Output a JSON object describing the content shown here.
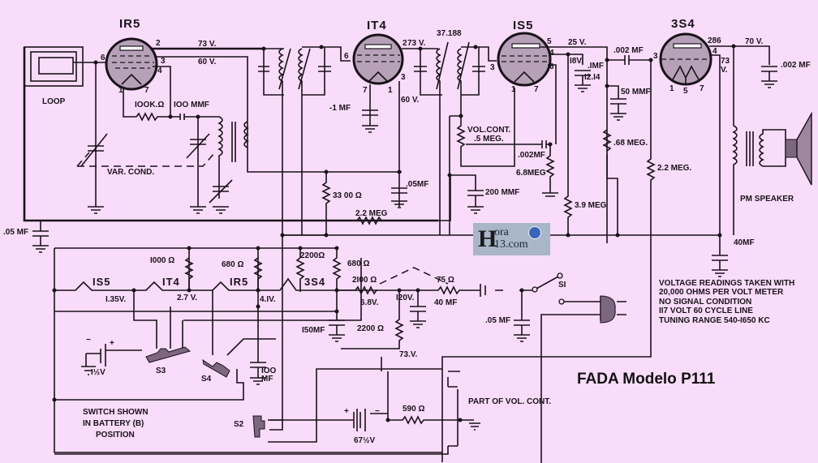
{
  "title": "FADA Modelo P111",
  "watermark": {
    "line1": "ora",
    "line2": "13.com",
    "glyph": "H"
  },
  "tubes": [
    {
      "id": "1R5",
      "label": "IR5",
      "pins": [
        "6",
        "2",
        "3",
        "4",
        "1",
        "7"
      ]
    },
    {
      "id": "1T4",
      "label": "IT4",
      "pins": [
        "6",
        "2",
        "3",
        "7",
        "1"
      ]
    },
    {
      "id": "1S5",
      "label": "IS5",
      "pins": [
        "3",
        "5",
        "4",
        "6",
        "1",
        "7"
      ]
    },
    {
      "id": "3S4",
      "label": "3S4",
      "pins": [
        "3",
        "286",
        "4",
        "1",
        "5",
        "7"
      ]
    }
  ],
  "labels": {
    "loop": "LOOP",
    "r_100k": "IOOK.Ω",
    "c_100mmf": "IOO MMF",
    "var_cond": "VAR. COND.",
    "v73_1": "73 V.",
    "v60_1": "60 V.",
    "c_1mf": "-1 MF",
    "v73_2": "73 V.",
    "v60_2": "60 V.",
    "if_freq": "37.188",
    "vol_cont": "VOL.CONT.",
    "vol_meg": ".5 MEG.",
    "c_002mf_a": ".002MF",
    "r_68meg": "6.8MEG",
    "c_200mmf": "200 MMF",
    "r_3300": "33 00 Ω",
    "c_05mf_a": ".05MF",
    "r_22meg_a": "2.2 MEG",
    "v25": "25 V.",
    "v18": "I8V.",
    "c_1mf_b": ".IMF",
    "pins_1214": "I2.I4",
    "c_002mf_b": ".002 MF",
    "c_50mmf": "50 MMF",
    "r_068meg": ".68 MEG.",
    "r_22meg_b": "2.2 MEG.",
    "r_39meg": "3.9 MEG",
    "v70": "70 V.",
    "v73_3": "73",
    "v73_3b": "V.",
    "c_002mf_c": ".002 MF",
    "pm_speaker": "PM SPEAKER",
    "c_40mf": "40MF",
    "c_05mf_b": ".05 MF",
    "r_1000": "I000 Ω",
    "r_680a": "680 Ω",
    "r_2200a": "2200Ω",
    "r_680b": "680 Ω",
    "fil_1s5": "IS5",
    "fil_1t4": "IT4",
    "fil_1r5": "IR5",
    "fil_3s4": "3S4",
    "v135": "I.35V.",
    "v27": "2.7 V.",
    "v41": "4.IV.",
    "v68": "6.8V.",
    "r_2100": "2I00 Ω",
    "r_75": "75 Ω",
    "v120": "I20V.",
    "c_40mf_b": "40 MF",
    "c_05mf_c": ".05 MF",
    "s1": "SI",
    "c_150mf": "I50MF",
    "r_2200b": "2200 Ω",
    "v73_4": "73.V.",
    "c_100mf": "IOO",
    "c_100mf_b": "MF",
    "batt_a": "I½V",
    "s3": "S3",
    "s4": "S4",
    "s2": "S2",
    "batt_b": "67½V",
    "r_590": "590 Ω",
    "part_vol": "PART OF VOL. CONT.",
    "switch_note": [
      "SWITCH SHOWN",
      "IN BATTERY (B)",
      "POSITION"
    ],
    "notes": [
      "VOLTAGE READINGS TAKEN WITH",
      "20,000 OHMS PER VOLT METER",
      "NO SIGNAL CONDITION",
      "II7 VOLT 60 CYCLE LINE",
      "TUNING RANGE 540-I650 KC"
    ]
  },
  "colors": {
    "background": "#f9dcf9",
    "tube_fill": "#b6a1b8",
    "ink": "#1a121a"
  }
}
